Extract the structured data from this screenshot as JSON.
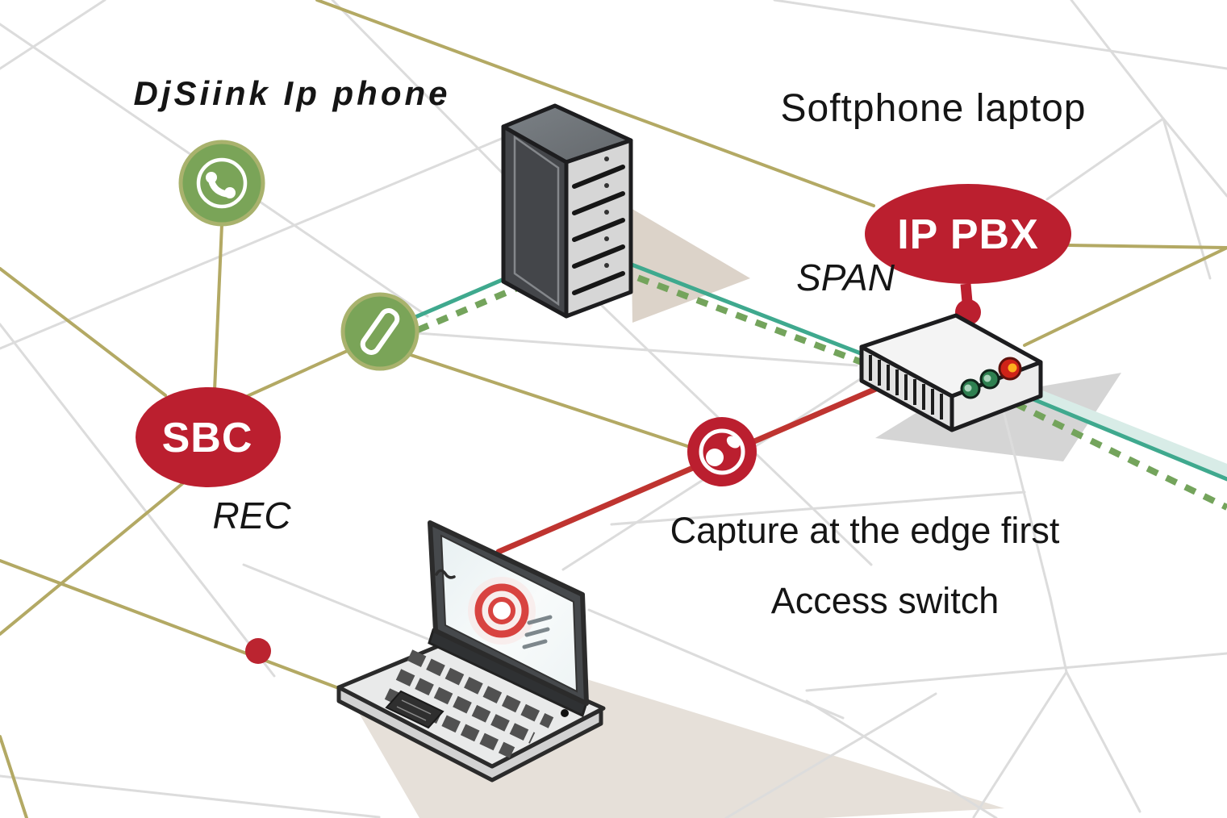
{
  "labels": {
    "ip_phone": "DjSiink Ip phone",
    "softphone": "Softphone laptop",
    "ip_pbx": "IP PBX",
    "span": "SPAN",
    "sbc": "SBC",
    "rec": "REC",
    "capture": "Capture at the edge first",
    "access_switch": "Access switch"
  },
  "icons": {
    "phone_node": "phone-handset-icon",
    "sim_node": "sim-card-icon",
    "capture_node": "record-icon",
    "pbx_pin": "location-pin-icon",
    "laptop_screen_logo": "record-rings-icon"
  },
  "colors": {
    "badge_red": "#bb1f2f",
    "capture_line_red": "#bf3430",
    "olive_line": "#b3a964",
    "teal_line": "#3fa98e",
    "dashed_green": "#74a45c",
    "node_green": "#7aa458",
    "node_green_border": "#a9b26d",
    "mesh_gray": "#dcdcdc",
    "text": "#151515"
  }
}
